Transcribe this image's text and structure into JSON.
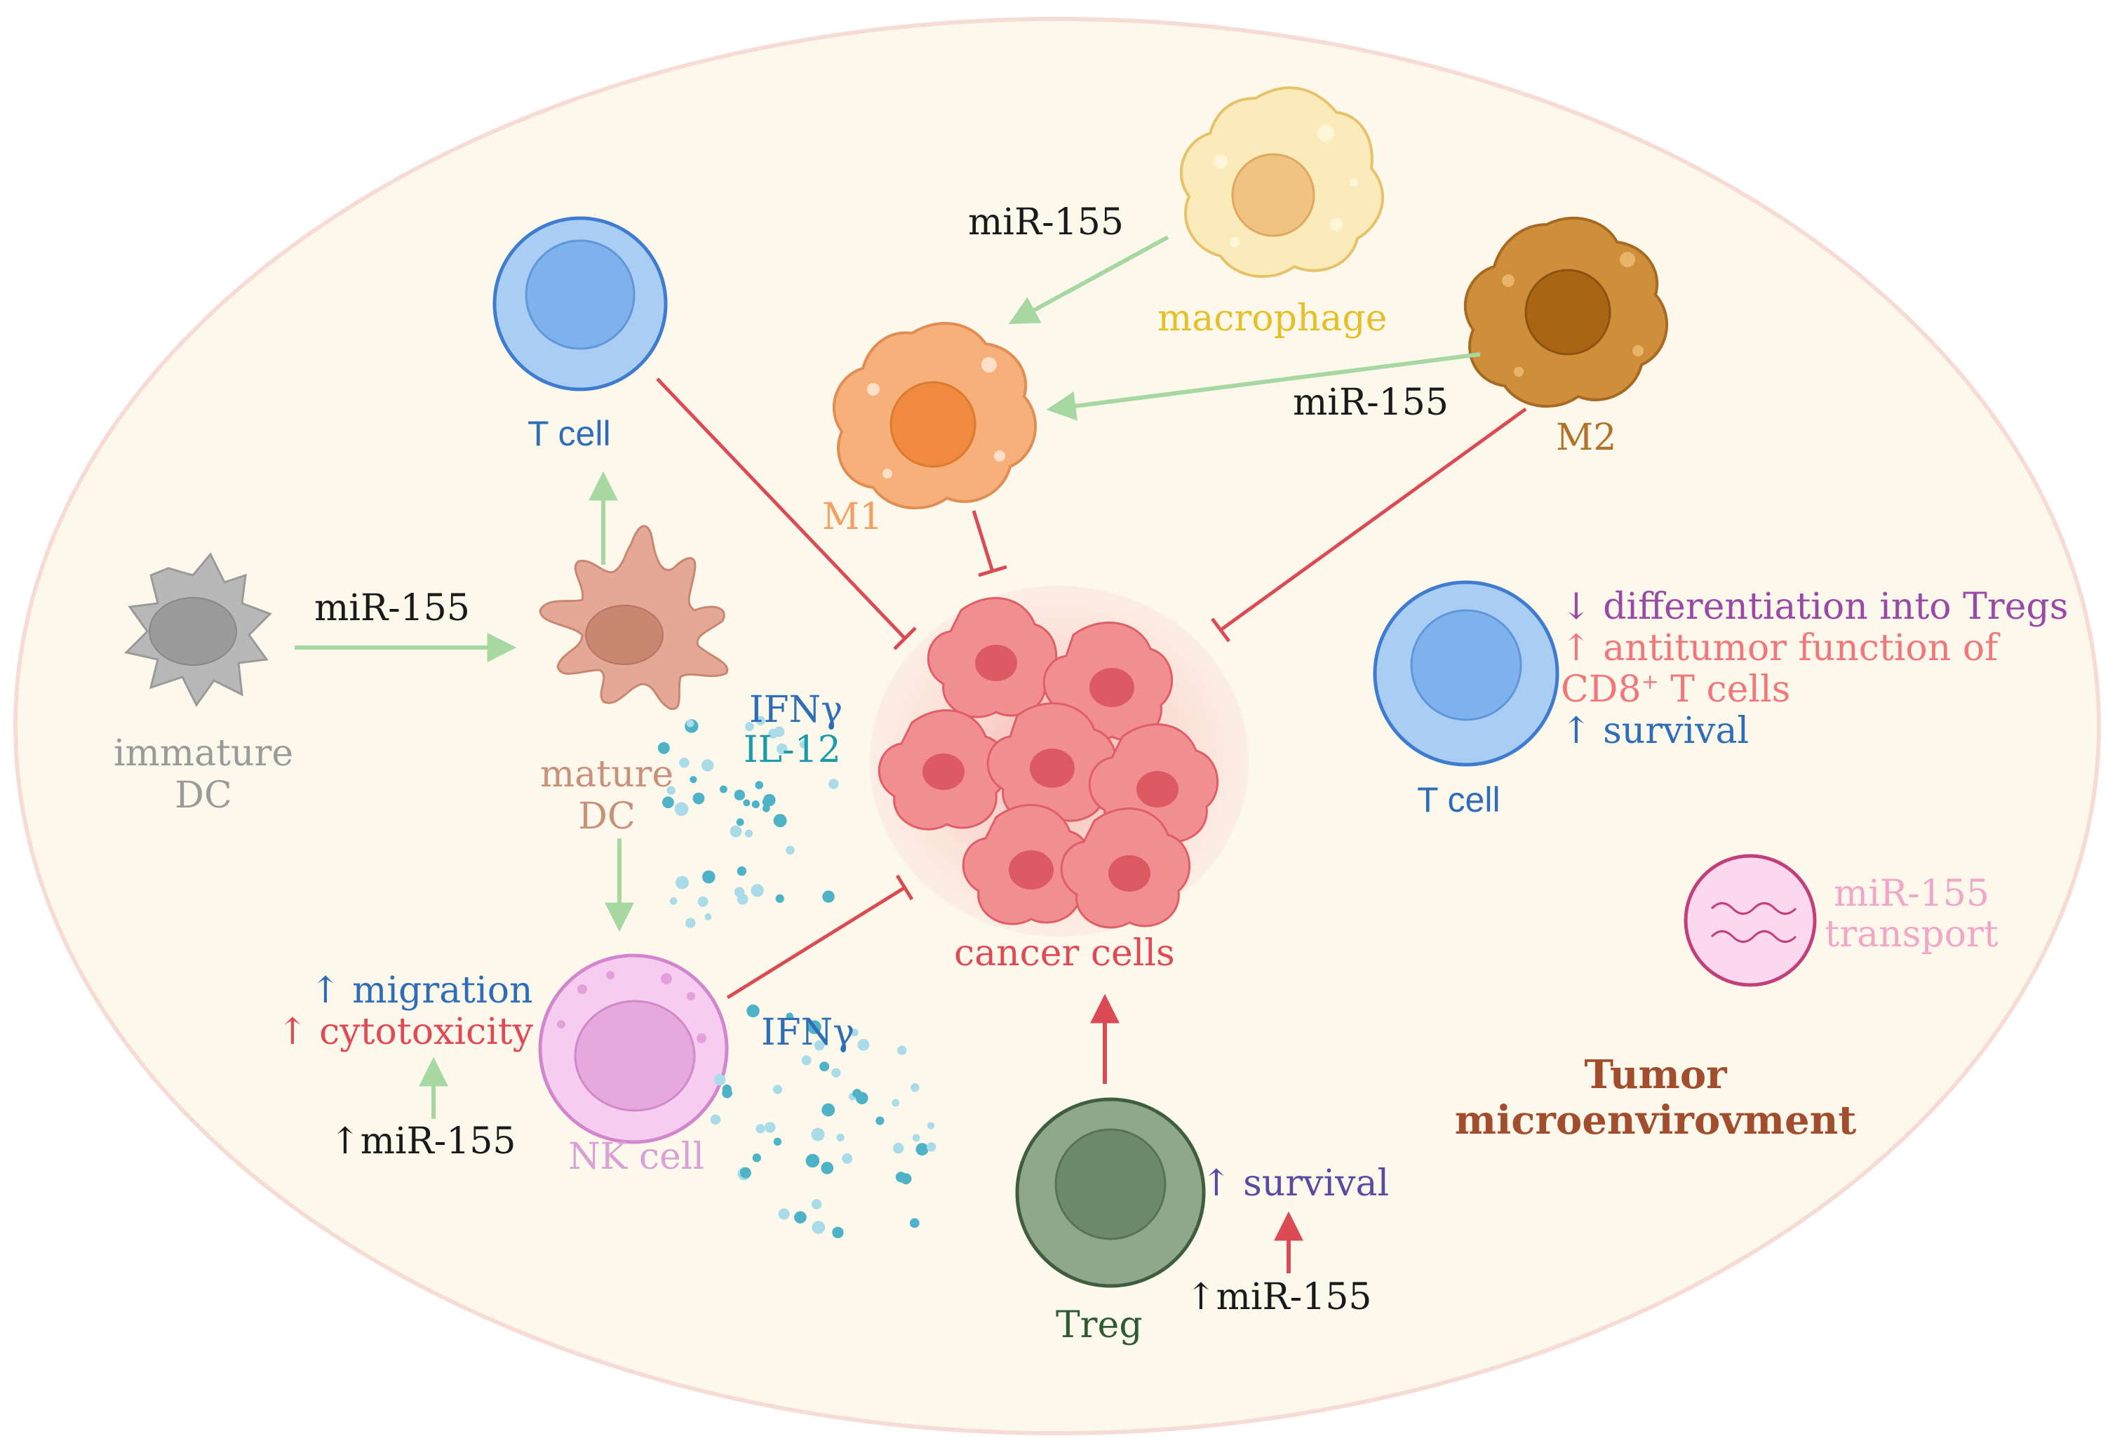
{
  "labels": {
    "mir_macrophage": "miR-155",
    "macrophage": "macrophage",
    "mir_m2": "miR-155",
    "m1": "M1",
    "m2": "M2",
    "t_cell_top": "T cell",
    "mir_dc": "miR-155",
    "immature_dc_line1": "immature",
    "immature_dc_line2": "DC",
    "mature_dc_line1": "mature",
    "mature_dc_line2": "DC",
    "ifng_top": "IFNγ",
    "il12": "IL-12",
    "cancer_cells": "cancer cells",
    "nk_migration": "↑ migration",
    "nk_cytotoxicity": "↑ cytotoxicity",
    "nk_mir": "↑miR-155",
    "nk_cell": "NK cell",
    "ifng_bottom": "IFNγ",
    "treg": "Treg",
    "treg_survival": "↑ survival",
    "treg_mir": "↑miR-155",
    "tcell_right_line1": "↓ differentiation into Tregs",
    "tcell_right_line2": "↑ antitumor function of",
    "tcell_right_line3_main": "CD8",
    "tcell_right_line3_sup": "+",
    "tcell_right_line3_rest": " T cells",
    "tcell_right_line4": "↑ survival",
    "t_cell_right": "T cell",
    "transport_line1": "miR-155",
    "transport_line2": "transport",
    "tme_line1": "Tumor",
    "tme_line2": "microenvirovment"
  },
  "colors": {
    "background_ellipse": "#fcf8ec",
    "ellipse_border": "#f7dcd5",
    "activation_arrow": "#a8d8a2",
    "inhibition_line": "#db4b55",
    "promotion_arrow": "#db4b55",
    "macrophage": "#e6c02a",
    "m1": "#f2a064",
    "m2": "#b3722a",
    "t_cell": "#2f6db8",
    "immature_dc": "#9a9a9a",
    "mature_dc": "#c9907c",
    "ifng": "#2f6db8",
    "il12": "#1b9aa8",
    "cancer": "#e04a55",
    "nk_cell": "#d9a1d6",
    "treg": "#2f5a34",
    "treg_survival": "#5a4aa2",
    "diff_tregs": "#9a4aa6",
    "antitumor": "#f0787a",
    "transport": "#f2a7c9",
    "tme": "#a24e2e",
    "black_text": "#1a1a1a"
  },
  "icons": [
    "macrophage-cell",
    "m1-macrophage-cell",
    "m2-macrophage-cell",
    "t-cell",
    "immature-dc-cell",
    "mature-dc-cell",
    "nk-cell",
    "treg-cell",
    "cancer-cell-cluster",
    "transport-vesicle",
    "cytokine-dots"
  ]
}
